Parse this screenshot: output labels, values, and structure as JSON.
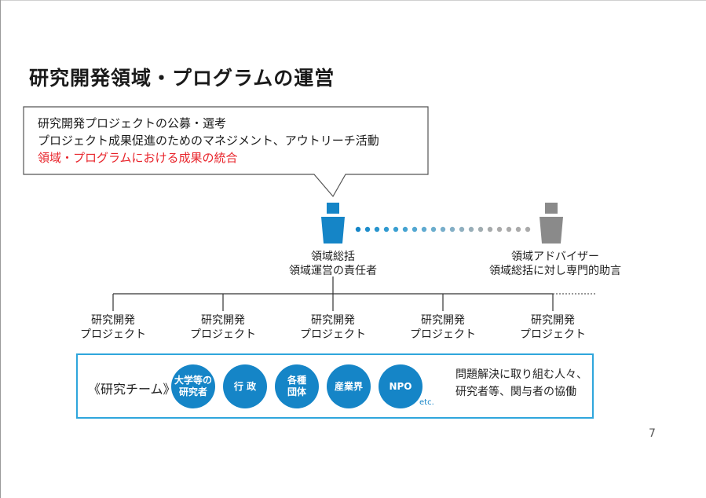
{
  "slide": {
    "title": "研究開発領域・プログラムの運営",
    "page_number": "7"
  },
  "callout": {
    "line1": "研究開発プロジェクトの公募・選考",
    "line2": "プロジェクト成果促進のためのマネジメント、アウトリーチ活動",
    "line3": "領域・プログラムにおける成果の統合",
    "highlight_color": "#e8232a"
  },
  "supervisor": {
    "line1": "領域総括",
    "line2": "領域運営の責任者",
    "color": "#1585c7"
  },
  "advisor": {
    "line1": "領域アドバイザー",
    "line2": "領域総括に対し専門的助言",
    "color": "#8a8a8a"
  },
  "projects": [
    {
      "line1": "研究開発",
      "line2": "プロジェクト"
    },
    {
      "line1": "研究開発",
      "line2": "プロジェクト"
    },
    {
      "line1": "研究開発",
      "line2": "プロジェクト"
    },
    {
      "line1": "研究開発",
      "line2": "プロジェクト"
    },
    {
      "line1": "研究開発",
      "line2": "プロジェクト"
    }
  ],
  "team": {
    "label": "《研究チーム》",
    "members": [
      {
        "line1": "大学等の",
        "line2": "研究者"
      },
      {
        "line1": "行 政",
        "line2": ""
      },
      {
        "line1": "各種",
        "line2": "団体"
      },
      {
        "line1": "産業界",
        "line2": ""
      },
      {
        "line1": "NPO",
        "line2": ""
      }
    ],
    "etc": "etc.",
    "desc_line1": "問題解決に取り組む人々、",
    "desc_line2": "研究者等、関与者の協働",
    "border_color": "#2fa6dc"
  }
}
